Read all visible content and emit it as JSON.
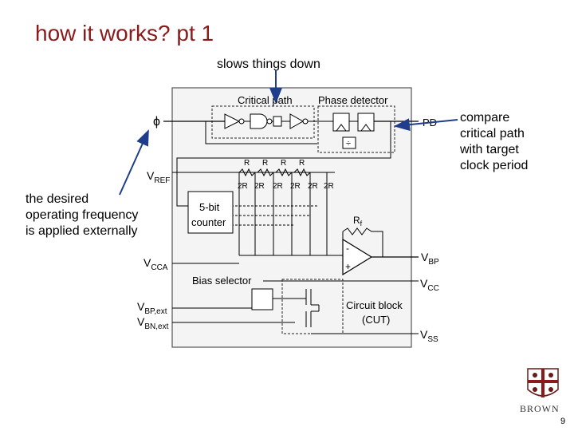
{
  "title": "how it works? pt 1",
  "annotations": {
    "top": "slows things down",
    "right": [
      "compare",
      "critical path",
      "with target",
      "clock period"
    ],
    "left": [
      "the desired",
      "operating frequency",
      "is applied externally"
    ]
  },
  "circuit": {
    "critical_path": "Critical path",
    "phase_detector": "Phase detector",
    "pd": "PD",
    "phi": "ϕ",
    "vref": "V",
    "vref_sub": "REF",
    "counter": [
      "5-bit",
      "counter"
    ],
    "rf": "R",
    "rf_sub": "f",
    "vbp": "V",
    "vbp_sub": "BP",
    "vcc": "V",
    "vcc_sub": "CC",
    "vcca": "V",
    "vcca_sub": "CCA",
    "bias_selector": "Bias selector",
    "vbp_ext": "V",
    "vbp_ext_sub": "BP,ext",
    "vbn_ext": "V",
    "vbn_ext_sub": "BN,ext",
    "circuit_block": [
      "Circuit block",
      "(CUT)"
    ],
    "vss": "V",
    "vss_sub": "SS",
    "r_labels": [
      "R",
      "R",
      "R",
      "R"
    ],
    "r2_labels": [
      "2R",
      "2R",
      "2R",
      "2R",
      "2R",
      "2R"
    ],
    "opamp_minus": "-",
    "opamp_plus": "+"
  },
  "logo_text": "BROWN",
  "page_number": "9"
}
